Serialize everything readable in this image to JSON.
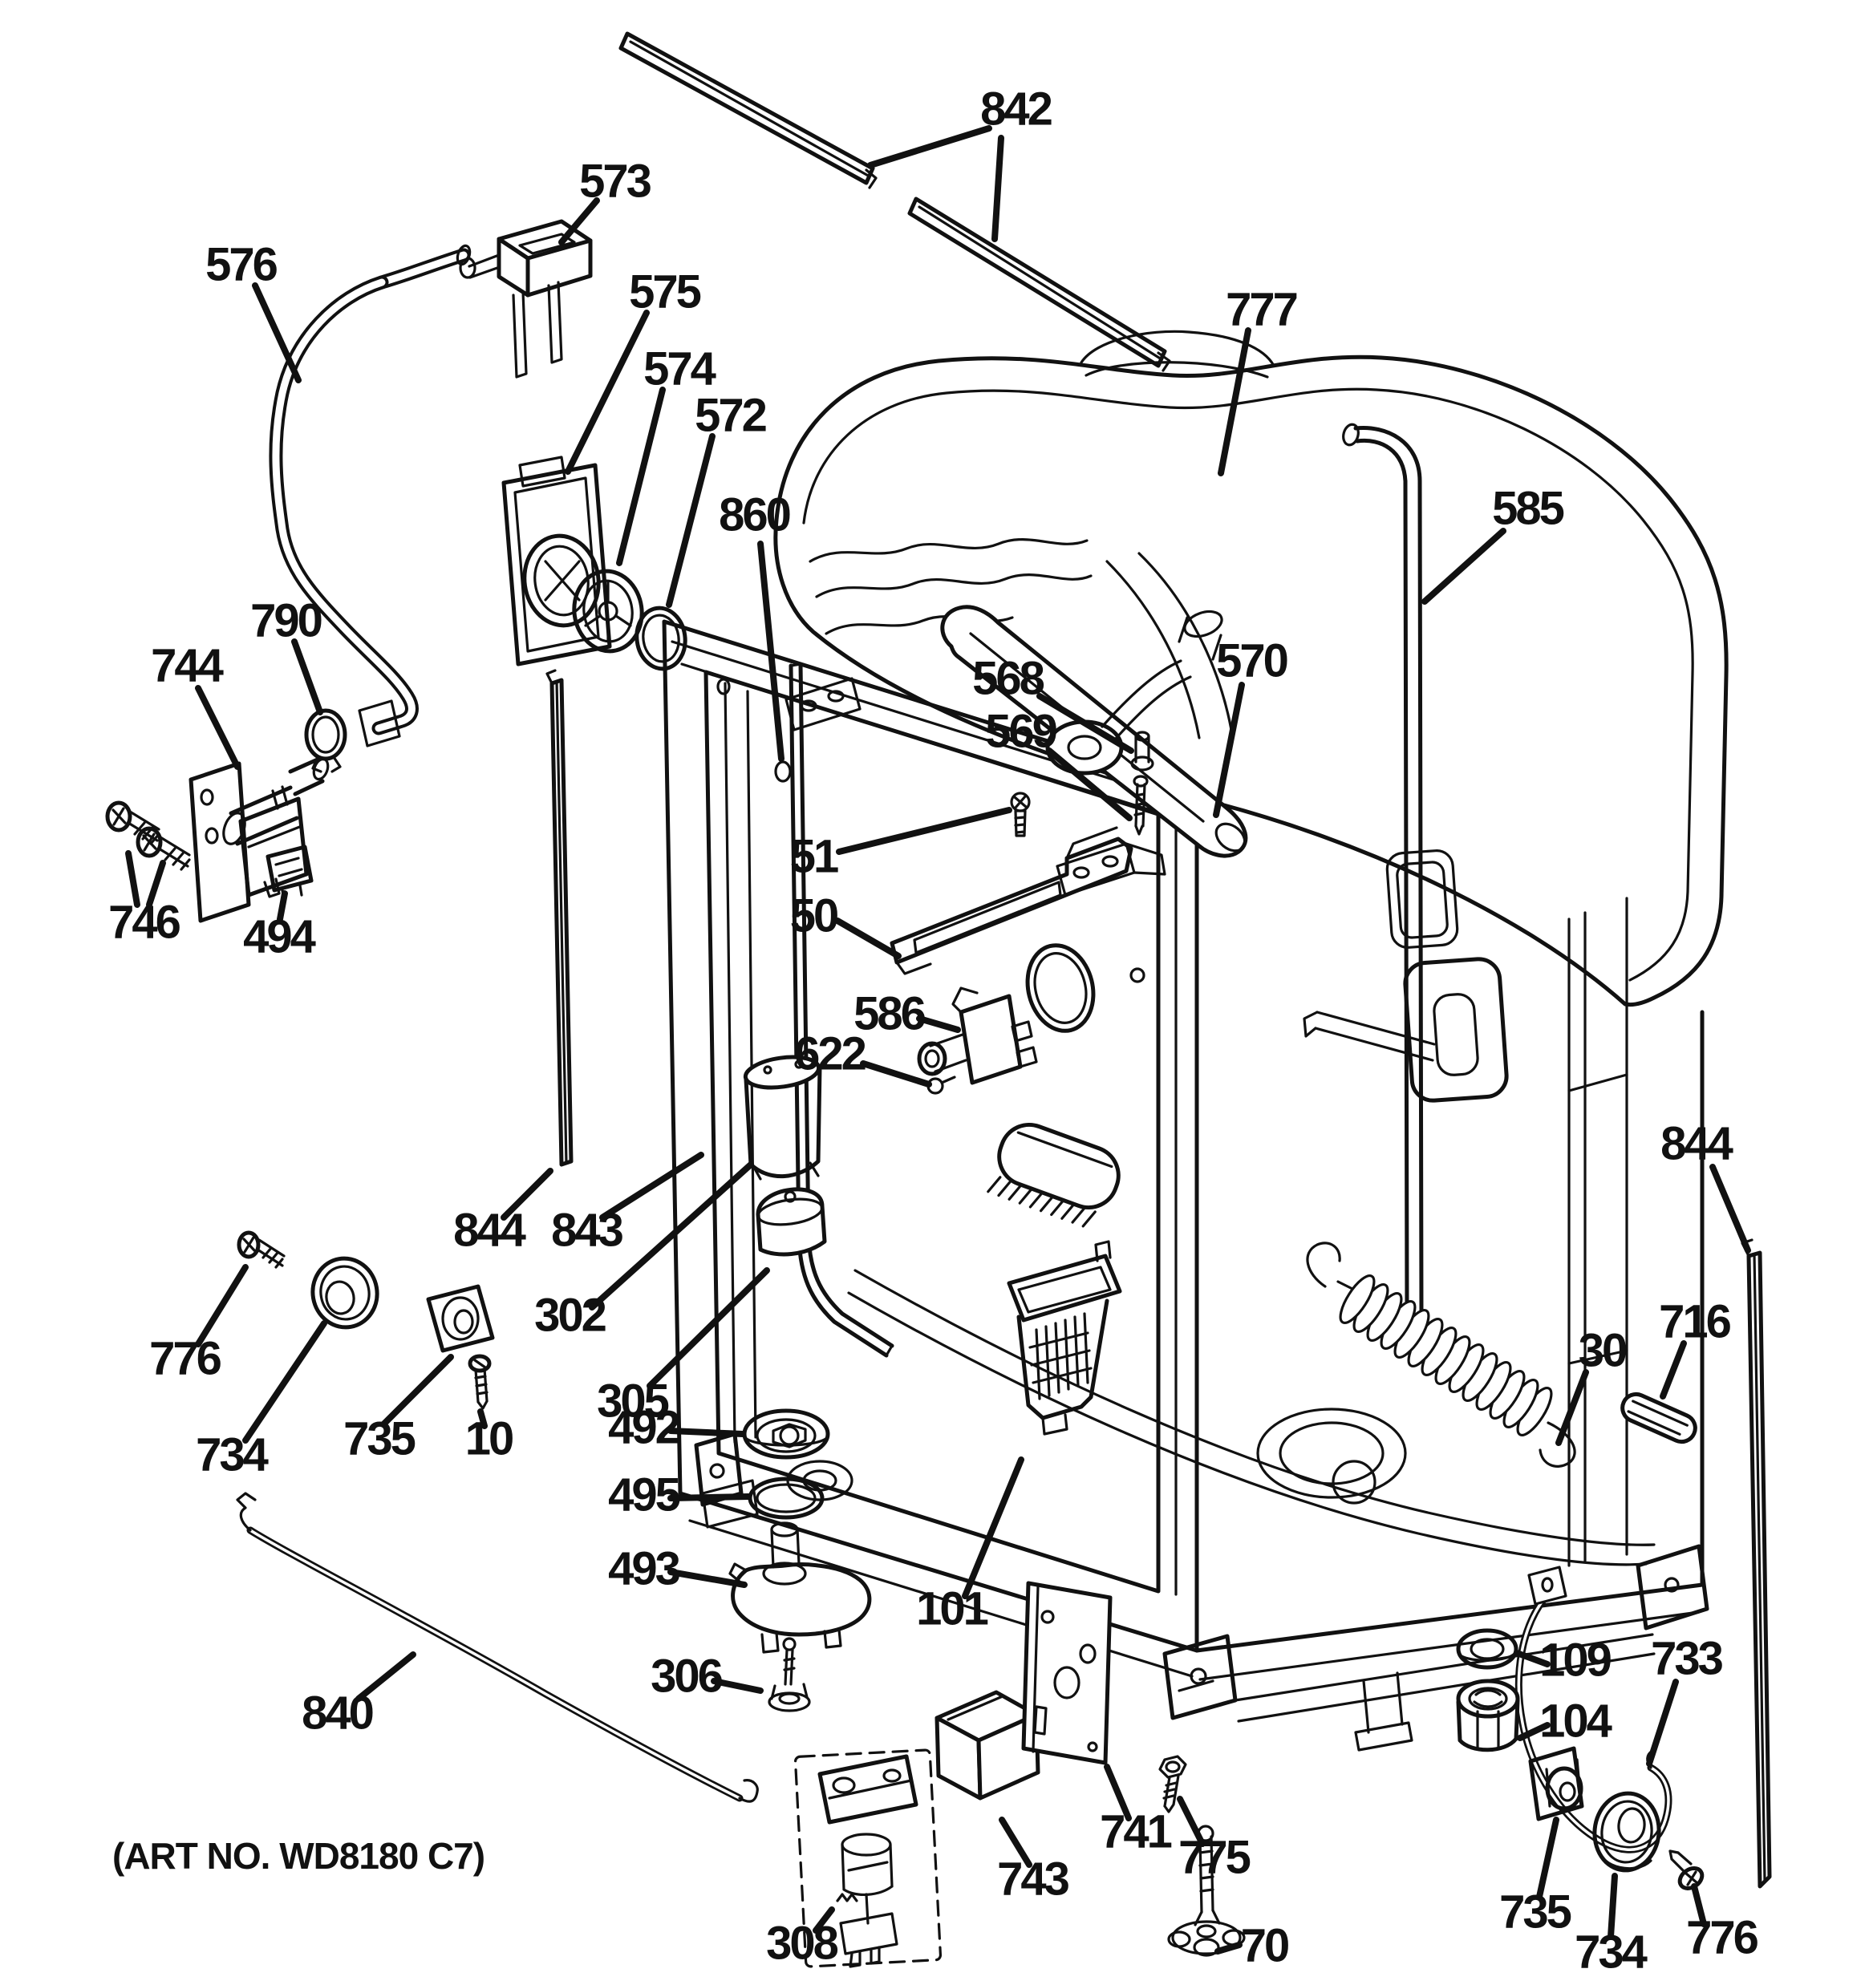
{
  "page": {
    "background": "#ffffff",
    "ink": "#111111",
    "kind": "exploded-parts-diagram"
  },
  "figure": {
    "art_no": "(ART NO. WD8180 C7)"
  },
  "callouts": {
    "c842": "842",
    "c573": "573",
    "c576": "576",
    "c575": "575",
    "c574": "574",
    "c572": "572",
    "c860": "860",
    "c777": "777",
    "c585": "585",
    "c570": "570",
    "c568": "568",
    "c569": "569",
    "c51": "51",
    "c50": "50",
    "c586": "586",
    "c622": "622",
    "c744": "744",
    "c790": "790",
    "c746": "746",
    "c494": "494",
    "c844_left": "844",
    "c843": "843",
    "c302": "302",
    "c305": "305",
    "c776_left": "776",
    "c734_left": "734",
    "c735_left": "735",
    "c10": "10",
    "c492": "492",
    "c495": "495",
    "c493": "493",
    "c306": "306",
    "c101": "101",
    "c840": "840",
    "c743": "743",
    "c741": "741",
    "c775": "775",
    "c308": "308",
    "c70": "70",
    "c30": "30",
    "c716": "716",
    "c844_right": "844",
    "c109": "109",
    "c104": "104",
    "c733": "733",
    "c735_right": "735",
    "c734_right": "734",
    "c776_right": "776"
  }
}
